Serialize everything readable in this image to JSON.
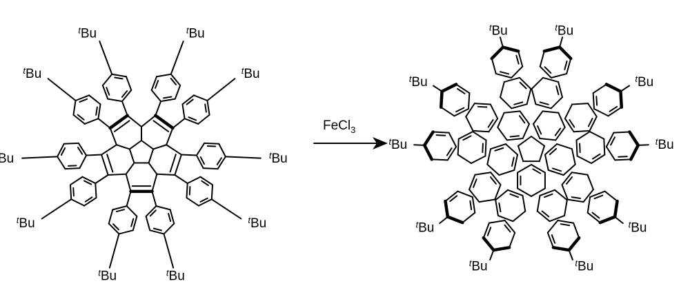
{
  "reaction": {
    "reagent": {
      "text": "FeCl",
      "subscript": "3"
    },
    "substituent": {
      "prefix": "t",
      "text": "Bu"
    }
  },
  "reactant": {
    "substituent_count": 10
  },
  "product": {
    "substituent_count": 10
  },
  "colors": {
    "ink": "#000000",
    "background": "#ffffff"
  }
}
